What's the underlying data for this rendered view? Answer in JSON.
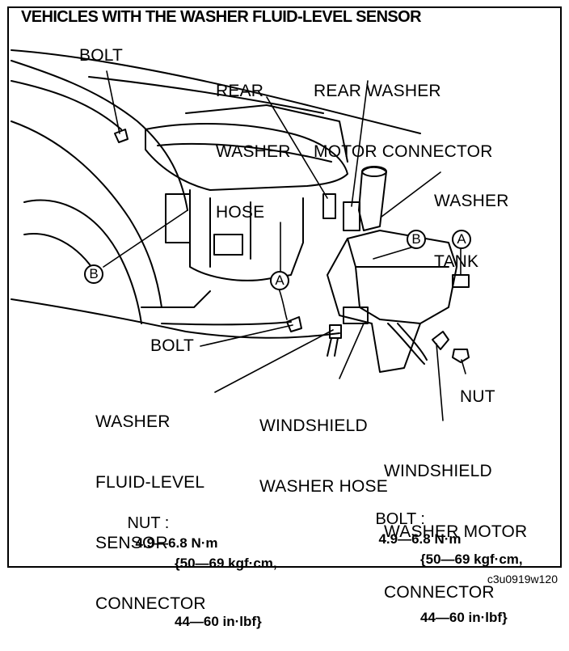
{
  "title": "VEHICLES WITH THE WASHER FLUID-LEVEL SENSOR",
  "labels": {
    "bolt_top": "BOLT",
    "rear_washer_hose": [
      "REAR",
      "WASHER",
      "HOSE"
    ],
    "rear_washer_motor_connector": [
      "REAR WASHER",
      "MOTOR CONNECTOR"
    ],
    "washer_tank": [
      "WASHER",
      "TANK"
    ],
    "bolt_bottom": "BOLT",
    "washer_fluid_level_sensor_connector": [
      "WASHER",
      "FLUID-LEVEL",
      "SENSOR",
      "CONNECTOR"
    ],
    "windshield_washer_hose": [
      "WINDSHIELD",
      "WASHER HOSE"
    ],
    "nut": "NUT",
    "windshield_washer_motor_connector": [
      "WINDSHIELD",
      "WASHER MOTOR",
      "CONNECTOR"
    ]
  },
  "callouts": {
    "a_left": "A",
    "a_right": "A",
    "b_left": "B",
    "b_right": "B"
  },
  "specs": {
    "nut_head": "NUT :",
    "nut_lines": [
      "4.9—6.8 N·m",
      "{50—69 kgf·cm,",
      "44—60 in·lbf}"
    ],
    "bolt_head": "BOLT :",
    "bolt_lines": [
      "4.9—6.8 N·m",
      "{50—69 kgf·cm,",
      "44—60 in·lbf}"
    ]
  },
  "figure_code": "c3u0919w120"
}
